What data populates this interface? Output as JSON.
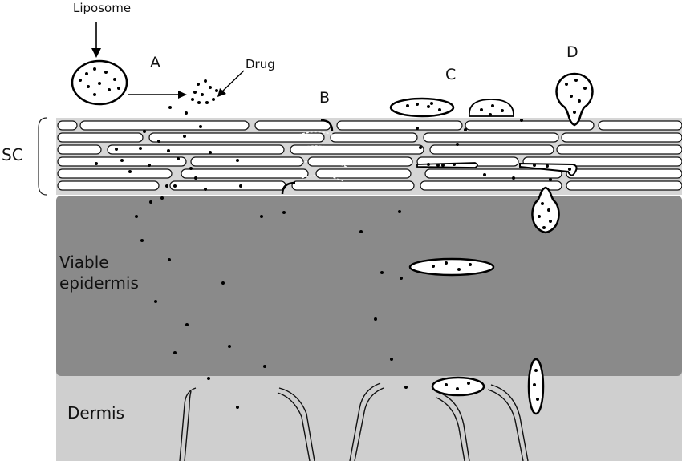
{
  "labels": {
    "liposome": "Liposome",
    "drug": "Drug",
    "route_a": "A",
    "route_b": "B",
    "route_c": "C",
    "route_d": "D",
    "sc": "SC",
    "viable_epidermis": "Viable\nepidermis",
    "dermis": "Dermis"
  },
  "colors": {
    "sc_background": "#d6d6d6",
    "viable_epidermis": "#8a8a8a",
    "dermis": "#cfcfcf",
    "outline": "#000000",
    "corneocyte_fill": "#ffffff"
  }
}
